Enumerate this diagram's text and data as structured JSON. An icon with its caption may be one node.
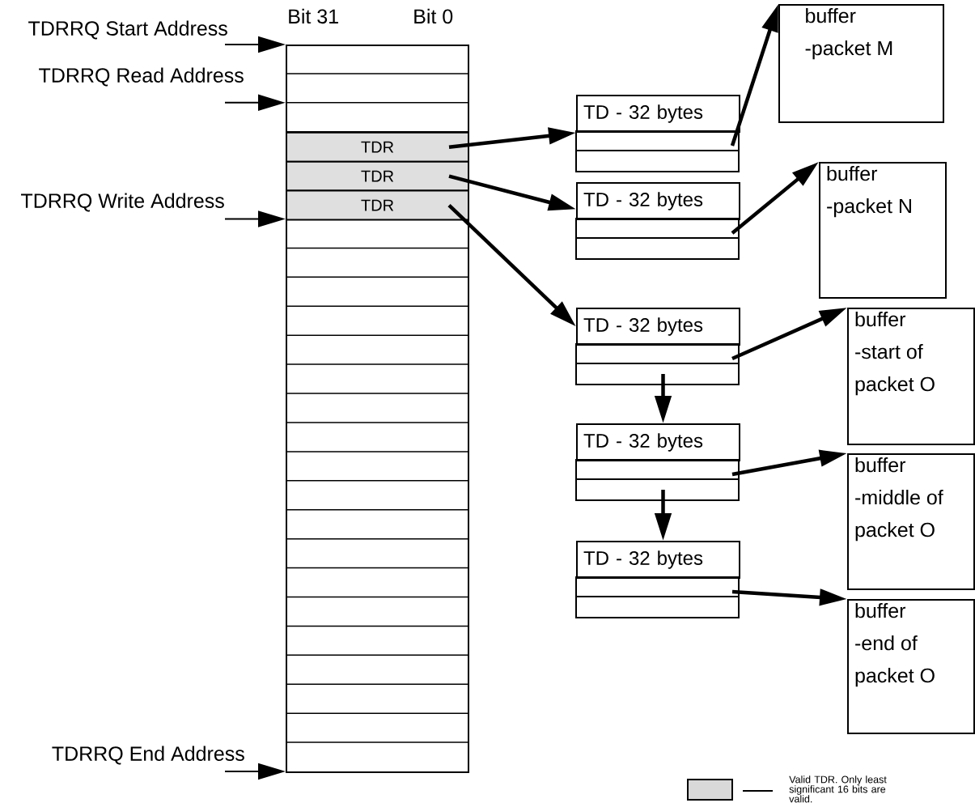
{
  "diagram": {
    "nodes": [
      {
        "text": [],
        "shape": "box"
      },
      {
        "text": [
          "TDR"
        ],
        "in": 0
      },
      {
        "text": [
          "TDR"
        ],
        "in": 0
      },
      {
        "text": [
          "TDR"
        ],
        "in": 0
      },
      {
        "text": [
          "TD - 32 bytes"
        ]
      },
      {
        "text": [
          "TD - 32 bytes"
        ]
      },
      {
        "text": [
          "TD - 32 bytes"
        ]
      },
      {
        "text": [
          "TD - 32 bytes"
        ]
      },
      {
        "text": [
          "TD - 32 bytes"
        ]
      },
      {
        "text": [
          "buffer",
          "-packet M"
        ]
      },
      {
        "text": [
          "buffer",
          "-packet N"
        ]
      },
      {
        "text": [
          "buffer",
          "-start of packet O"
        ]
      },
      {
        "text": [
          "buffer",
          "-middle of packet O"
        ]
      },
      {
        "text": [
          "buffer",
          "-end of packet O"
        ]
      },
      {
        "text": [
          "TDRRQ Start Address"
        ]
      },
      {
        "text": [
          "TDRRQ Read Address"
        ]
      },
      {
        "text": [
          "TDRRQ Write Address"
        ]
      },
      {
        "text": [
          "TDRRQ End Address"
        ]
      }
    ],
    "edges": [
      {
        "from": 14,
        "to": 0,
        "arrow": "to"
      },
      {
        "from": 15,
        "to": 0,
        "arrow": "to"
      },
      {
        "from": 16,
        "to": 0,
        "arrow": "to"
      },
      {
        "from": 17,
        "to": 0,
        "arrow": "to"
      },
      {
        "from": 1,
        "to": 4,
        "arrow": "to"
      },
      {
        "from": 2,
        "to": 5,
        "arrow": "to"
      },
      {
        "from": 3,
        "to": 6,
        "arrow": "to"
      },
      {
        "from": 4,
        "to": 9,
        "arrow": "to"
      },
      {
        "from": 5,
        "to": 10,
        "arrow": "to"
      },
      {
        "from": 6,
        "to": 11,
        "arrow": "to"
      },
      {
        "from": 6,
        "to": 7,
        "arrow": "to"
      },
      {
        "from": 7,
        "to": 12,
        "arrow": "to"
      },
      {
        "from": 7,
        "to": 8,
        "arrow": "to"
      },
      {
        "from": 8,
        "to": 13,
        "arrow": "to"
      }
    ],
    "labels": [
      "Bit 31",
      "Bit 0"
    ],
    "legend": [
      {
        "text": "Valid TDR. Only least significant 16 bits are valid.",
        "color": "#d9d9d9"
      }
    ]
  }
}
